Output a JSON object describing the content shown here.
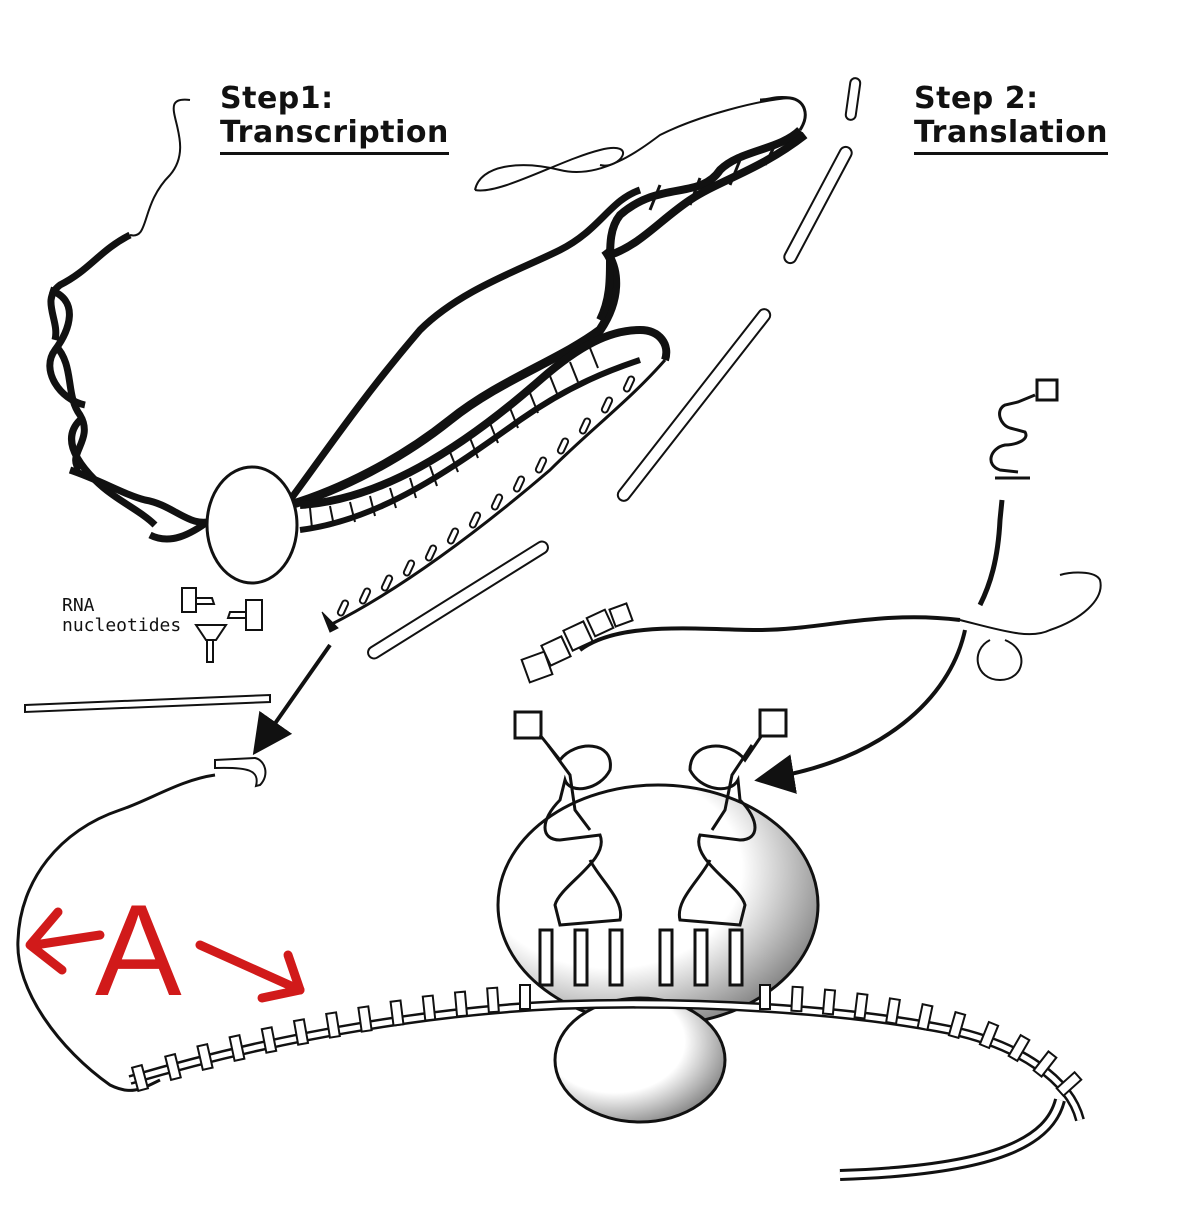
{
  "step1": {
    "line1": "Step1:",
    "line2": "Transcription"
  },
  "step2": {
    "line1": "Step 2:",
    "line2": "Translation"
  },
  "nucleotides_label": {
    "line1": "RNA",
    "line2": "nucleotides"
  },
  "marker": {
    "letter": "A",
    "color": "#d11a1a"
  },
  "colors": {
    "ink": "#111111",
    "paper": "#ffffff",
    "accent": "#d11a1a"
  }
}
